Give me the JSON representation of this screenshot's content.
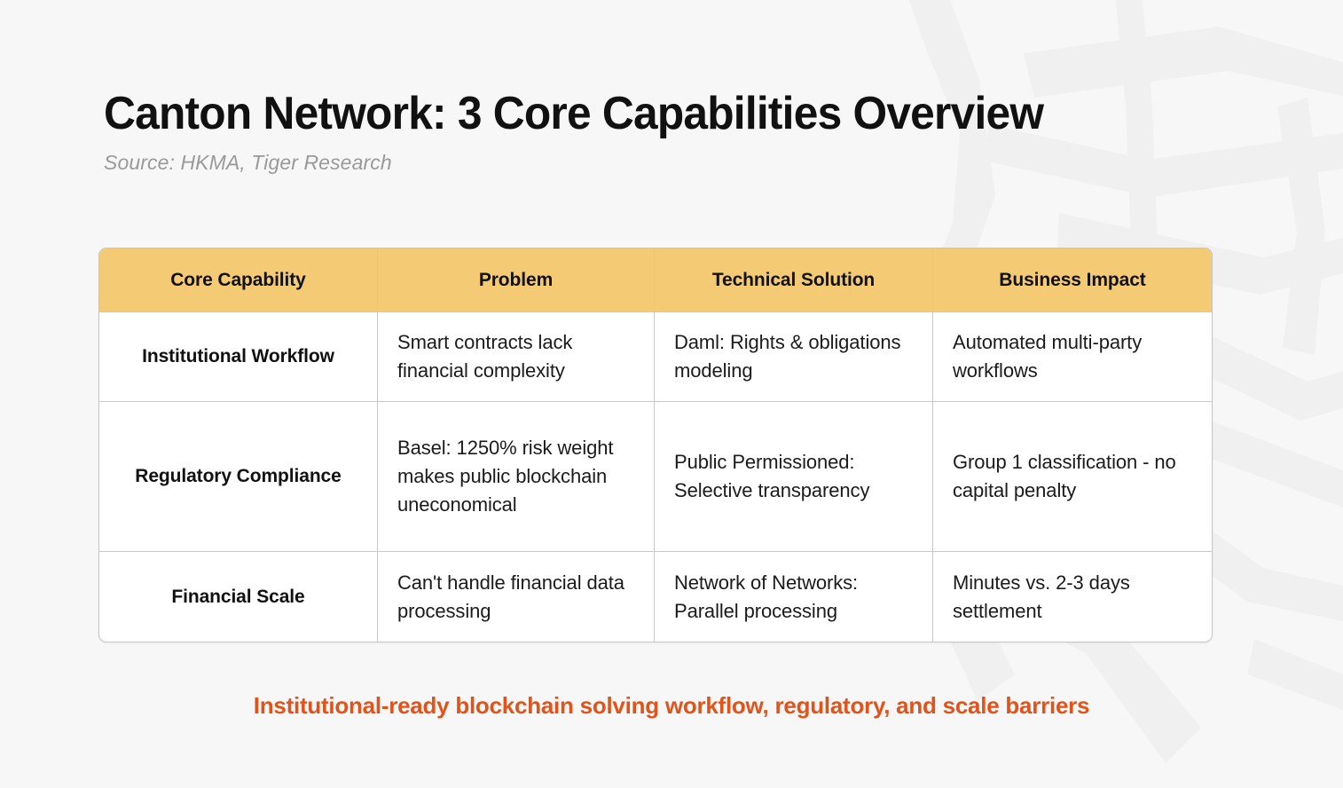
{
  "header": {
    "title": "Canton Network: 3 Core Capabilities Overview",
    "source": "Source: HKMA, Tiger Research"
  },
  "colors": {
    "page_background": "#f7f7f7",
    "table_header_background": "#f5ca74",
    "table_border": "#c9c9c9",
    "title_text": "#111111",
    "source_text": "#9a9a9a",
    "caption_accent": "#e0541c",
    "watermark": "#f0f0f0"
  },
  "table": {
    "columns": [
      "Core Capability",
      "Problem",
      "Technical Solution",
      "Business Impact"
    ],
    "rows": [
      {
        "capability": "Institutional Workflow",
        "problem": "Smart contracts lack financial complexity",
        "solution": "Daml: Rights & obligations modeling",
        "impact": "Automated multi-party workflows"
      },
      {
        "capability": "Regulatory Compliance",
        "problem": "Basel: 1250% risk weight makes public blockchain uneconomical",
        "solution": "Public Permissioned: Selective transparency",
        "impact": "Group 1 classification - no capital penalty"
      },
      {
        "capability": "Financial Scale",
        "problem": "Can't handle financial data processing",
        "solution": "Network of Networks: Parallel processing",
        "impact": "Minutes vs. 2-3 days settlement"
      }
    ]
  },
  "footer": {
    "caption": "Institutional-ready blockchain solving workflow, regulatory, and scale barriers"
  }
}
